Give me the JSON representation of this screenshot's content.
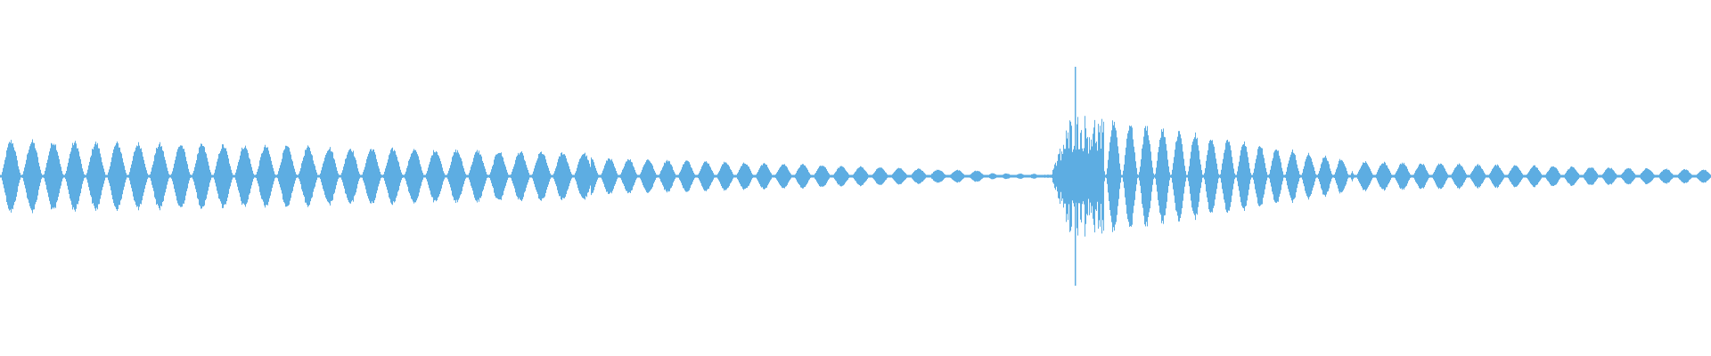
{
  "waveform": {
    "color": "#5dade2",
    "background": "#ffffff",
    "segments": [
      {
        "start": 0.0,
        "end": 0.345,
        "amp_start": 0.34,
        "amp_end": 0.22,
        "period": 0.0124
      },
      {
        "start": 0.345,
        "end": 0.575,
        "amp_start": 0.18,
        "amp_end": 0.05,
        "period": 0.0113
      },
      {
        "start": 0.575,
        "end": 0.615,
        "amp_start": 0.03,
        "amp_end": 0.02,
        "period": 0.008
      },
      {
        "start": 0.615,
        "end": 0.625,
        "amp_start": 0.08,
        "amp_end": 0.55,
        "period": 0.002
      },
      {
        "start": 0.625,
        "end": 0.79,
        "amp_start": 0.6,
        "amp_end": 0.15,
        "period": 0.0095
      },
      {
        "start": 0.79,
        "end": 1.0,
        "amp_start": 0.14,
        "amp_end": 0.06,
        "period": 0.011
      }
    ],
    "spike": {
      "position": 0.6285,
      "amplitude": 1.0
    }
  }
}
